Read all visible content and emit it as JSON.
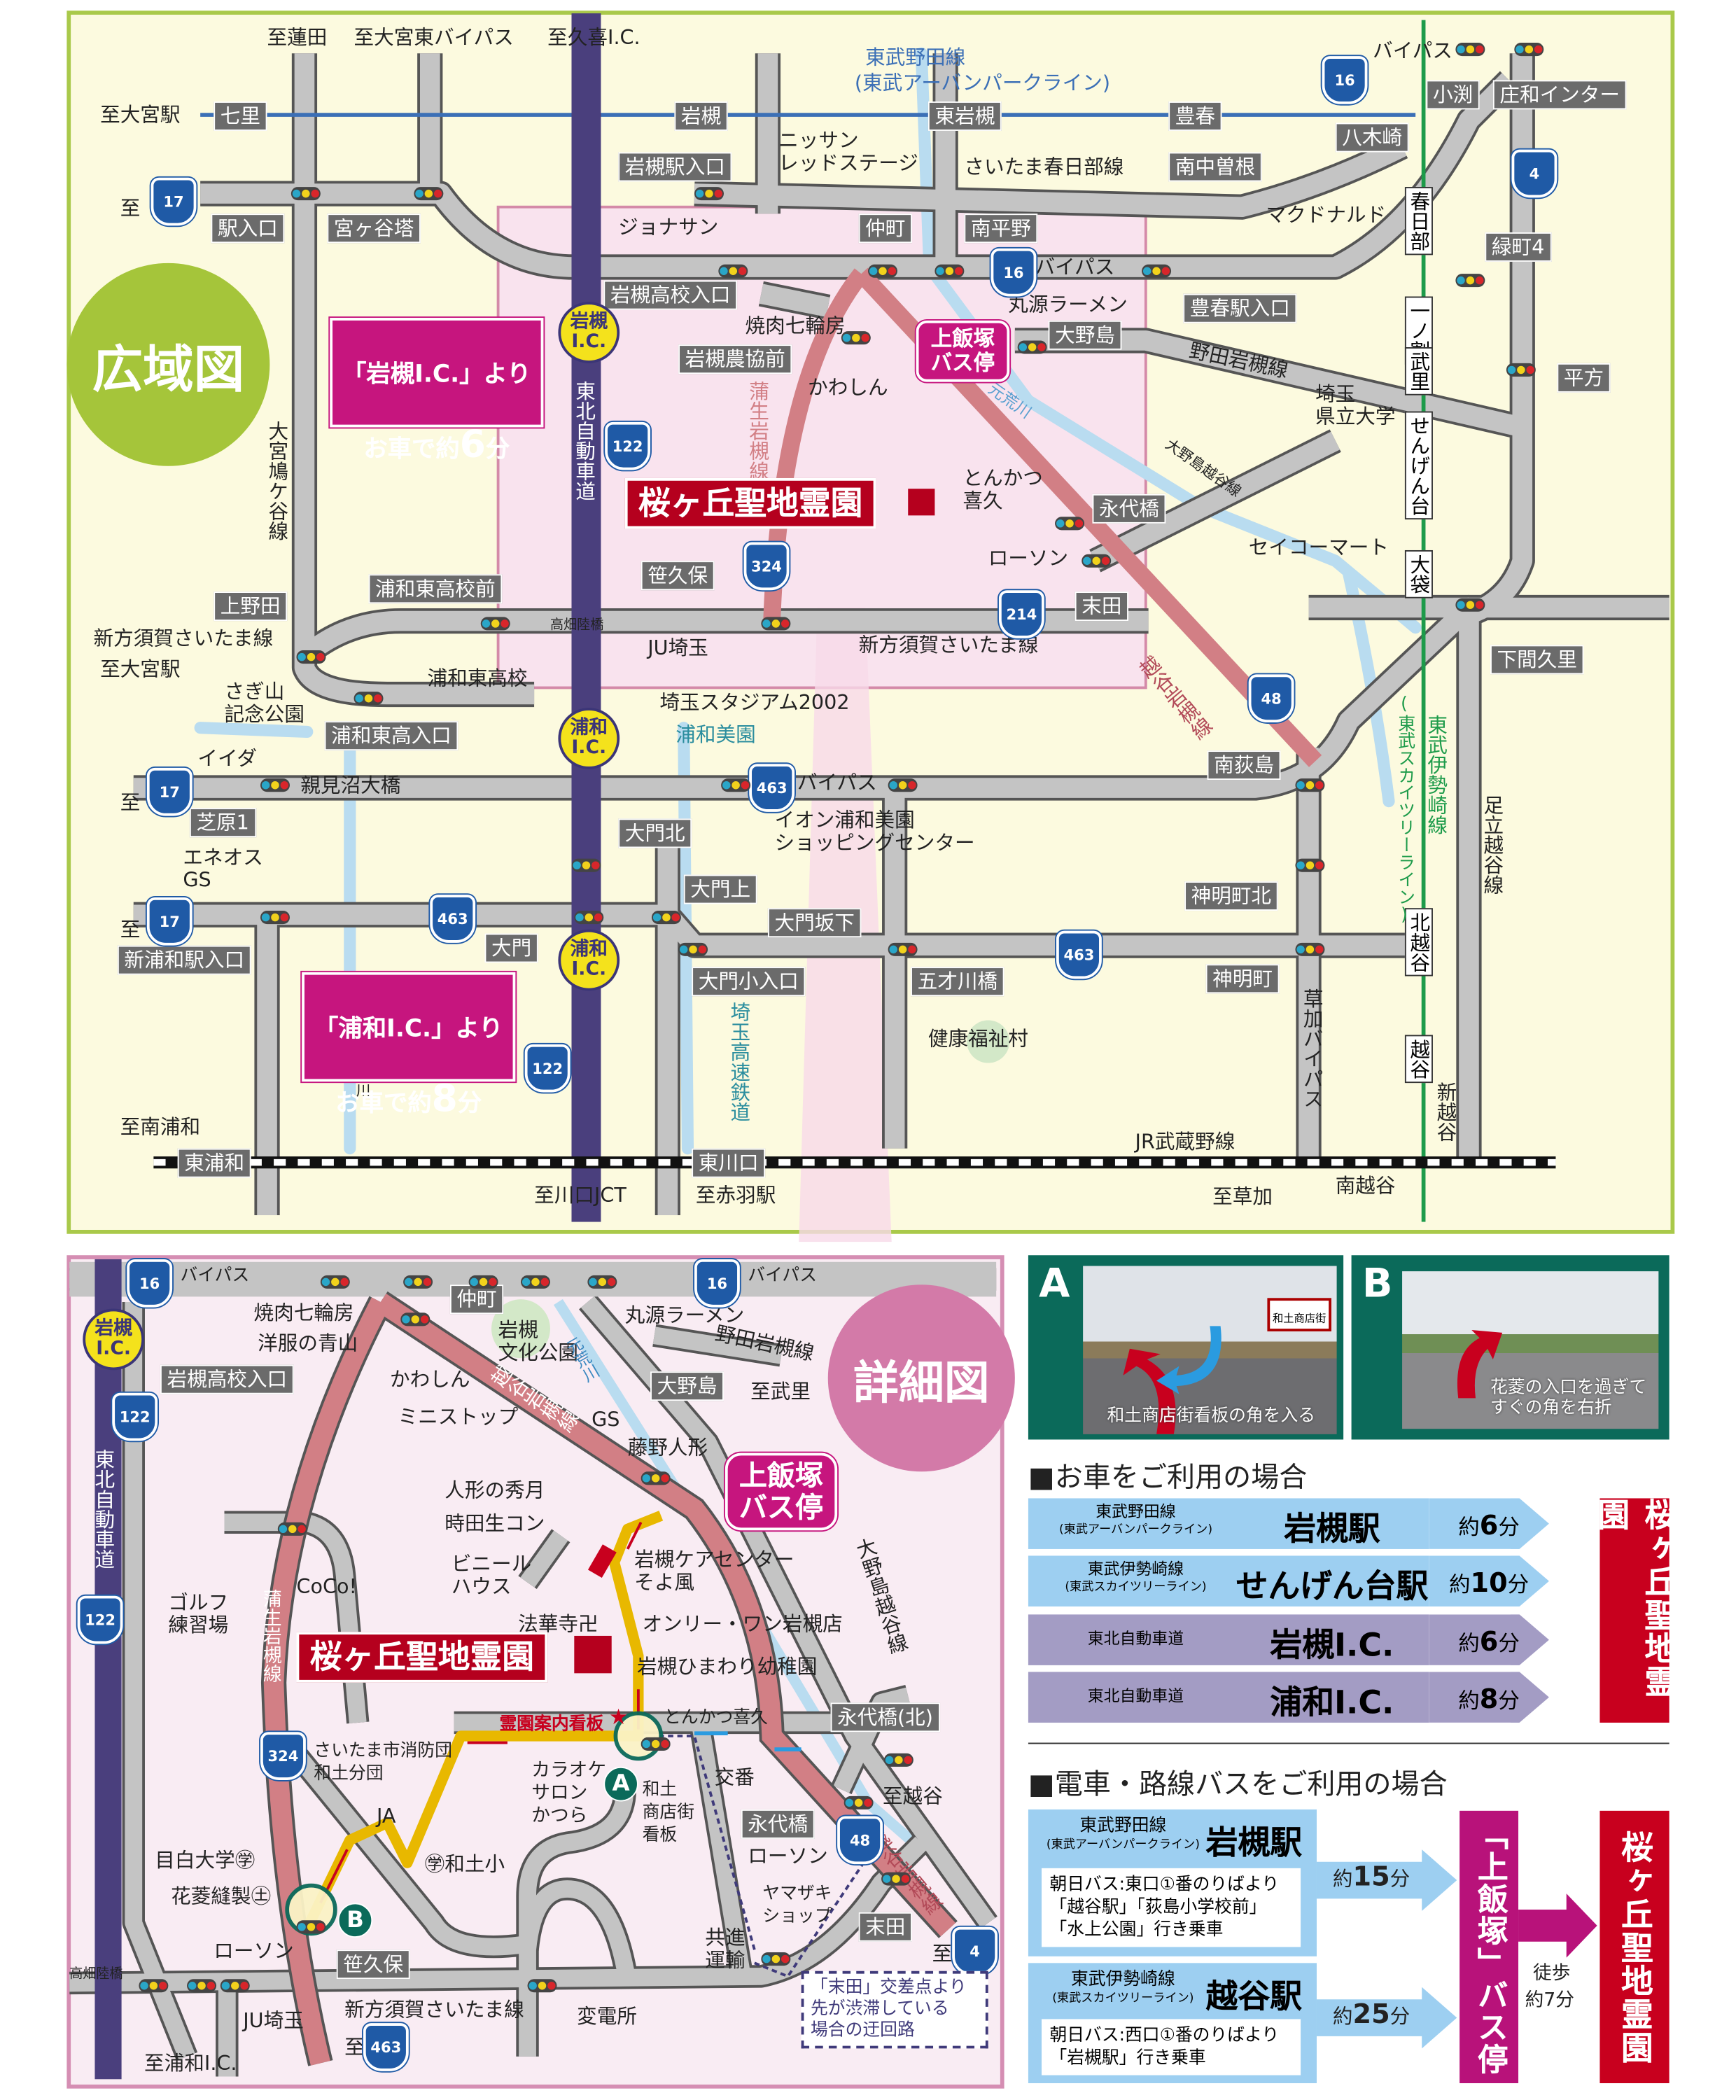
{
  "colors": {
    "wide_bg": "#fcfadf",
    "wide_border": "#a9c94a",
    "detail_bg": "#f9ecf3",
    "detail_border": "#d58eb3",
    "highlight_road": "#d27f85",
    "route_yellow": "#e8b800",
    "destination_red": "#c8001e",
    "bus_magenta": "#c6157e",
    "train_blue": "#9dcff1",
    "highway_purple": "#a39cc4"
  },
  "wide_map": {
    "title": "広域図",
    "destination": "桜ヶ丘聖地霊園",
    "bus_stop": "上飯塚\nバス停",
    "callouts": [
      {
        "line1": "「岩槻I.C.」より",
        "line2_prefix": "お車で約",
        "minutes": "6",
        "unit": "分"
      },
      {
        "line1": "「浦和I.C.」より",
        "line2_prefix": "お車で約",
        "minutes": "8",
        "unit": "分"
      }
    ],
    "ic_badges": [
      "岩槻\nI.C.",
      "浦和\nI.C.",
      "浦和\nI.C."
    ],
    "gray_labels": [
      "七里",
      "岩槻",
      "東岩槻",
      "豊春",
      "小渕",
      "庄和インター",
      "八木崎",
      "岩槻駅入口",
      "南中曽根",
      "駅入口",
      "宮ヶ谷塔",
      "仲町",
      "南平野",
      "緑町4",
      "岩槻高校入口",
      "豊春駅入口",
      "大野島",
      "岩槻農協前",
      "平方",
      "永代橋",
      "笹久保",
      "末田",
      "上野田",
      "浦和東高校前",
      "下間久里",
      "浦和東高入口",
      "南荻島",
      "芝原1",
      "大門北",
      "大門上",
      "大門坂下",
      "神明町北",
      "大門",
      "大門小入口",
      "五才川橋",
      "神明町",
      "東浦和",
      "東川口",
      "新浦和駅入口"
    ],
    "station_boxes": [
      "春日部",
      "一ノ割",
      "武里",
      "せんげん台",
      "大袋",
      "北越谷",
      "越谷"
    ],
    "texts": [
      "至蓮田",
      "至大宮東バイパス",
      "至久喜I.C.",
      "東武野田線",
      "(東武アーバンパークライン)",
      "バイパス",
      "至大宮駅",
      "ニッサン\nレッドステージ",
      "さいたま春日部線",
      "至",
      "マクドナルド",
      "ジョナサン",
      "バイパス",
      "丸源ラーメン",
      "焼肉七輪房",
      "かわしん",
      "野田岩槻線",
      "埼玉\n県立大学",
      "元荒川",
      "とんかつ\n喜久",
      "セイコーマート",
      "ローソン",
      "大野島越谷線",
      "新方須賀さいたま線",
      "至大宮駅",
      "高畑陸橋",
      "JU埼玉",
      "新方須賀さいたま線",
      "浦和東高校",
      "さぎ山\n記念公園",
      "埼玉スタジアム2002",
      "浦和美園",
      "イイダ",
      "親見沼大橋",
      "バイパス",
      "至",
      "イオン浦和美園\nショッピングセンター",
      "エネオス\nGS",
      "至",
      "健康福祉村",
      "至南浦和",
      "JR武蔵野線",
      "至川口JCT",
      "至赤羽駅",
      "至草加",
      "南越谷"
    ],
    "vertical_texts": [
      "大宮鳩ケ谷線",
      "東北自動車道",
      "蒲生岩槻線",
      "越谷岩槻線",
      "(東武スカイツリーライン)",
      "東武伊勢崎線",
      "足立越谷線",
      "埼玉高速鉄道",
      "草加バイパス",
      "荒川",
      "新越谷"
    ],
    "route_shields": [
      "17",
      "16",
      "4",
      "16",
      "122",
      "324",
      "214",
      "48",
      "17",
      "463",
      "17",
      "463",
      "463",
      "122"
    ]
  },
  "detail_map": {
    "title": "詳細図",
    "destination": "桜ヶ丘聖地霊園",
    "bus_stop": "上飯塚\nバス停",
    "ic_badge": "岩槻\nI.C.",
    "markers": [
      "A",
      "B"
    ],
    "gray_labels": [
      "仲町",
      "岩槻高校入口",
      "大野島",
      "永代橋(北)",
      "永代橋",
      "末田",
      "笹久保"
    ],
    "texts": [
      "バイパス",
      "バイパス",
      "焼肉七輪房",
      "洋服の青山",
      "岩槻\n文化公園",
      "丸源ラーメン",
      "野田岩槻線",
      "かわしん",
      "至武里",
      "ミニストップ",
      "GS",
      "藤野人形",
      "人形の秀月",
      "時田生コン",
      "ビニール\nハウス",
      "岩槻ケアセンター\nそよ風",
      "CoCo!",
      "ゴルフ\n練習場",
      "法華寺卍",
      "オンリー・ワン岩槻店",
      "岩槻ひまわり幼稚園",
      "霊園案内看板",
      "とんかつ喜久",
      "さいたま市消防団\n和土分団",
      "カラオケ\nサロン\nかつら",
      "和土\n商店街\n看板",
      "交番",
      "至越谷",
      "JA",
      "目白大学㊫",
      "㊫和土小",
      "ローソン",
      "花菱縫製㊏",
      "ヤマザキ\nショップ",
      "共進\n運輸",
      "ローソン",
      "高畑陸橋",
      "JU埼玉",
      "新方須賀さいたま線",
      "変電所",
      "至",
      "至浦和I.C.",
      "至"
    ],
    "vertical_texts": [
      "東北自動車道",
      "蒲生岩槻線",
      "越谷岩槻線",
      "元荒川",
      "大野島越谷線",
      "越谷岩槻線"
    ],
    "route_shields": [
      "16",
      "16",
      "122",
      "122",
      "324",
      "48",
      "4",
      "463"
    ],
    "detour_note": "「末田」交差点より\n先が渋滞している\n場合の迂回路"
  },
  "photos": [
    {
      "letter": "A",
      "caption": "和土商店街看板の角を入る",
      "sign": "和土商店街"
    },
    {
      "letter": "B",
      "caption": "花菱の入口を過ぎて\nすぐの角を右折"
    }
  ],
  "car_section": {
    "heading": "■お車をご利用の場合",
    "destination": "桜ヶ丘聖地霊園",
    "rows": [
      {
        "line": "東武野田線",
        "sub": "(東武アーバンパークライン)",
        "station": "岩槻駅",
        "time_prefix": "約",
        "time": "6",
        "unit": "分"
      },
      {
        "line": "東武伊勢崎線",
        "sub": "(東武スカイツリーライン)",
        "station": "せんげん台駅",
        "time_prefix": "約",
        "time": "10",
        "unit": "分"
      },
      {
        "line": "東北自動車道",
        "sub": "",
        "station": "岩槻I.C.",
        "time_prefix": "約",
        "time": "6",
        "unit": "分"
      },
      {
        "line": "東北自動車道",
        "sub": "",
        "station": "浦和I.C.",
        "time_prefix": "約",
        "time": "8",
        "unit": "分"
      }
    ]
  },
  "train_section": {
    "heading": "■電車・路線バスをご利用の場合",
    "bus_stop": "「上飯塚」バス停",
    "walk_label": "徒歩",
    "walk_time": "約7分",
    "destination": "桜ヶ丘聖地霊園",
    "routes": [
      {
        "line": "東武野田線",
        "sub": "(東武アーバンパークライン)",
        "station": "岩槻駅",
        "desc": "朝日バス:東口①番のりばより\n「越谷駅」「荻島小学校前」\n「水上公園」行き乗車",
        "time_prefix": "約",
        "time": "15",
        "unit": "分"
      },
      {
        "line": "東武伊勢崎線",
        "sub": "(東武スカイツリーライン)",
        "station": "越谷駅",
        "desc": "朝日バス:西口①番のりばより\n「岩槻駅」行き乗車",
        "time_prefix": "約",
        "time": "25",
        "unit": "分"
      }
    ]
  }
}
